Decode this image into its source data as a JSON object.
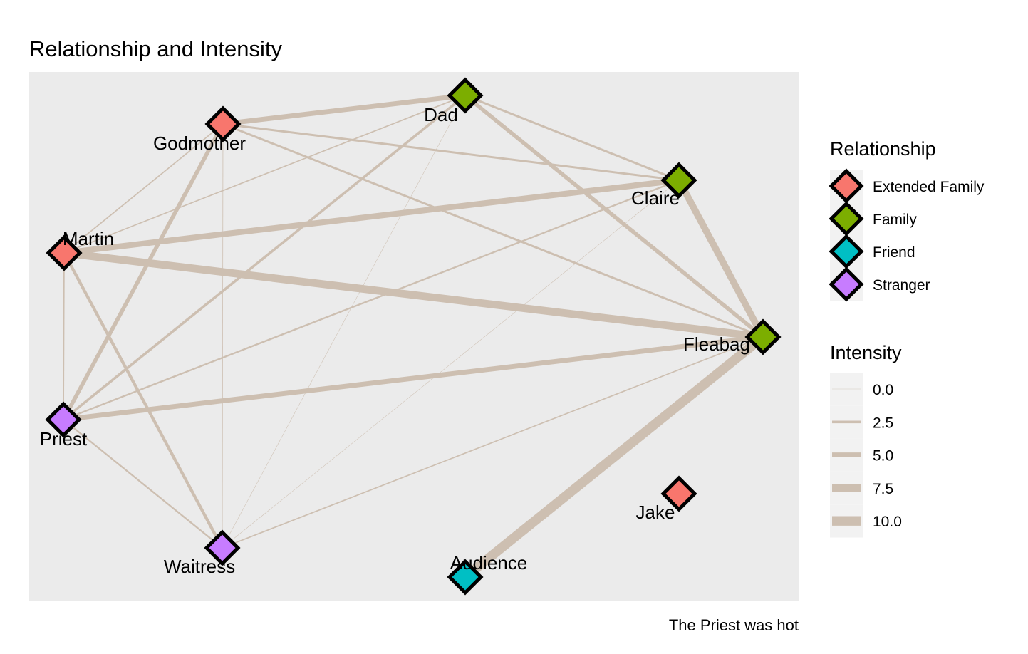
{
  "title": "Relationship and Intensity",
  "caption": "The Priest was hot",
  "colors": {
    "panel_bg": "#EBEBEB",
    "edge": "#CDBFB1",
    "node_stroke": "#000000",
    "legend_key_bg": "#F2F2F2"
  },
  "relationship_legend": {
    "title": "Relationship",
    "items": [
      {
        "label": "Extended Family",
        "color": "#F8766D"
      },
      {
        "label": "Family",
        "color": "#7CAE00"
      },
      {
        "label": "Friend",
        "color": "#00BFC4"
      },
      {
        "label": "Stranger",
        "color": "#C77CFF"
      }
    ]
  },
  "intensity_legend": {
    "title": "Intensity",
    "items": [
      {
        "label": "0.0",
        "value": 0.0
      },
      {
        "label": "2.5",
        "value": 2.5
      },
      {
        "label": "5.0",
        "value": 5.0
      },
      {
        "label": "7.5",
        "value": 7.5
      },
      {
        "label": "10.0",
        "value": 10.0
      }
    ]
  },
  "nodes": [
    {
      "id": "dad",
      "label": "Dad",
      "relationship": "Family"
    },
    {
      "id": "godmother",
      "label": "Godmother",
      "relationship": "Extended Family"
    },
    {
      "id": "claire",
      "label": "Claire",
      "relationship": "Family"
    },
    {
      "id": "martin",
      "label": "Martin",
      "relationship": "Extended Family"
    },
    {
      "id": "fleabag",
      "label": "Fleabag",
      "relationship": "Family"
    },
    {
      "id": "priest",
      "label": "Priest",
      "relationship": "Stranger"
    },
    {
      "id": "jake",
      "label": "Jake",
      "relationship": "Extended Family"
    },
    {
      "id": "waitress",
      "label": "Waitress",
      "relationship": "Stranger"
    },
    {
      "id": "audience",
      "label": "Audience",
      "relationship": "Friend"
    }
  ],
  "edges": [
    {
      "source": "godmother",
      "target": "dad",
      "intensity": 5
    },
    {
      "source": "godmother",
      "target": "claire",
      "intensity": 2
    },
    {
      "source": "godmother",
      "target": "fleabag",
      "intensity": 2
    },
    {
      "source": "godmother",
      "target": "martin",
      "intensity": 1
    },
    {
      "source": "godmother",
      "target": "priest",
      "intensity": 4
    },
    {
      "source": "godmother",
      "target": "waitress",
      "intensity": 0.3
    },
    {
      "source": "dad",
      "target": "claire",
      "intensity": 2
    },
    {
      "source": "dad",
      "target": "fleabag",
      "intensity": 4
    },
    {
      "source": "dad",
      "target": "martin",
      "intensity": 1
    },
    {
      "source": "dad",
      "target": "priest",
      "intensity": 2.5
    },
    {
      "source": "dad",
      "target": "waitress",
      "intensity": 0.1
    },
    {
      "source": "claire",
      "target": "fleabag",
      "intensity": 7
    },
    {
      "source": "claire",
      "target": "martin",
      "intensity": 6
    },
    {
      "source": "claire",
      "target": "priest",
      "intensity": 1.5
    },
    {
      "source": "claire",
      "target": "waitress",
      "intensity": 0.1
    },
    {
      "source": "martin",
      "target": "fleabag",
      "intensity": 8
    },
    {
      "source": "martin",
      "target": "priest",
      "intensity": 1
    },
    {
      "source": "martin",
      "target": "waitress",
      "intensity": 3
    },
    {
      "source": "fleabag",
      "target": "priest",
      "intensity": 5
    },
    {
      "source": "fleabag",
      "target": "waitress",
      "intensity": 1
    },
    {
      "source": "fleabag",
      "target": "audience",
      "intensity": 10
    },
    {
      "source": "priest",
      "target": "waitress",
      "intensity": 1.5
    }
  ]
}
